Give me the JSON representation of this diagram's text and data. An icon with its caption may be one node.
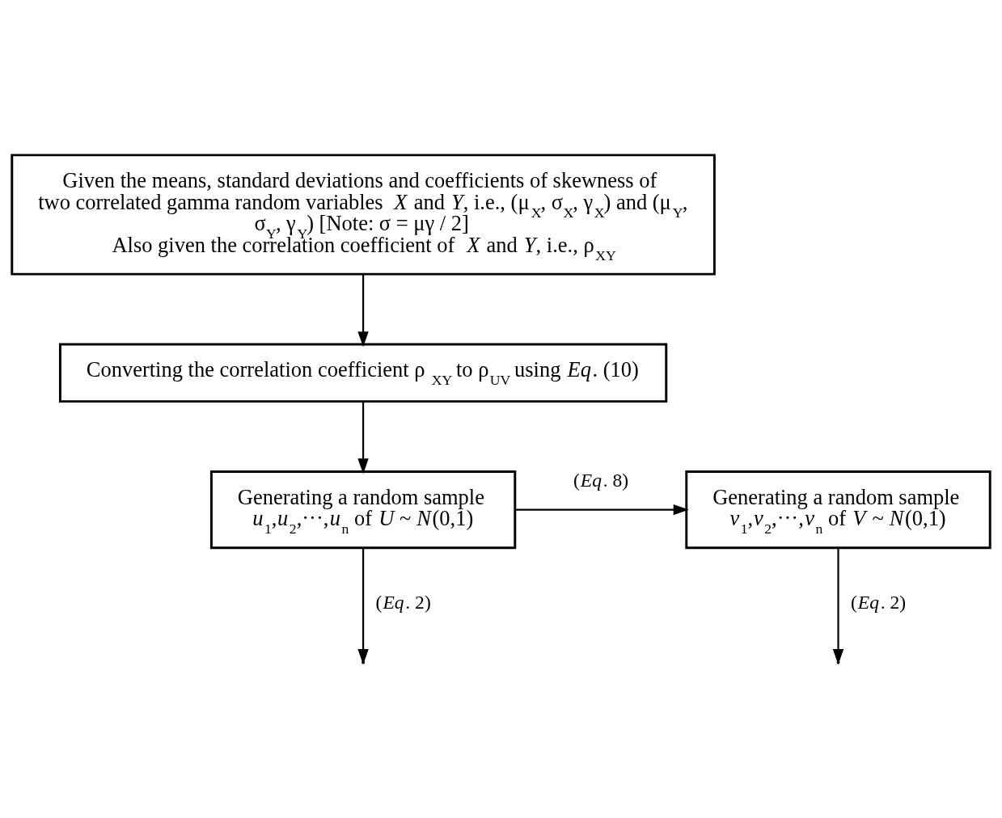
{
  "diagram": {
    "nodes": [
      {
        "text": [
          "Given the means, standard deviations and coefficients of skewness of two correlated gamma random variables *X* and *Y*, i.e., (μ$_{X}$, σ$_{X}$, γ$_{X}$) and (μ$_{Y}$, σ$_{Y}$, γ$_{Y}$) [Note: σ = μγ / 2]",
          "Also given the correlation coefficient of *X* and *Y*, i.e., ρ$_{XY}$"
        ]
      },
      {
        "text": [
          "Converting the correlation coefficient ρ$_{XY}$ to ρ$_{UV}$ using *Eq*. (10)"
        ]
      },
      {
        "text": [
          "Generating a random sample *u*$_{1}$,*u*$_{2}$,···,*u*$_{n}$ of *U* ~ *N*(0,1)"
        ]
      },
      {
        "text": [
          "Generating a random sample *v*$_{1}$,*v*$_{2}$,···,*v*$_{n}$ of *V* ~ *N*(0,1)"
        ]
      }
    ],
    "edges": [
      {
        "from": 0,
        "to": 1,
        "arrow": "to"
      },
      {
        "from": 1,
        "to": 2,
        "arrow": "to"
      },
      {
        "from": 2,
        "to": 3,
        "arrow": "to",
        "label": "(*Eq*. 8)"
      },
      {
        "from": 2,
        "to": null,
        "arrow": "to",
        "label": "(*Eq*. 2)"
      },
      {
        "from": 3,
        "to": null,
        "arrow": "to",
        "label": "(*Eq*. 2)"
      }
    ]
  }
}
